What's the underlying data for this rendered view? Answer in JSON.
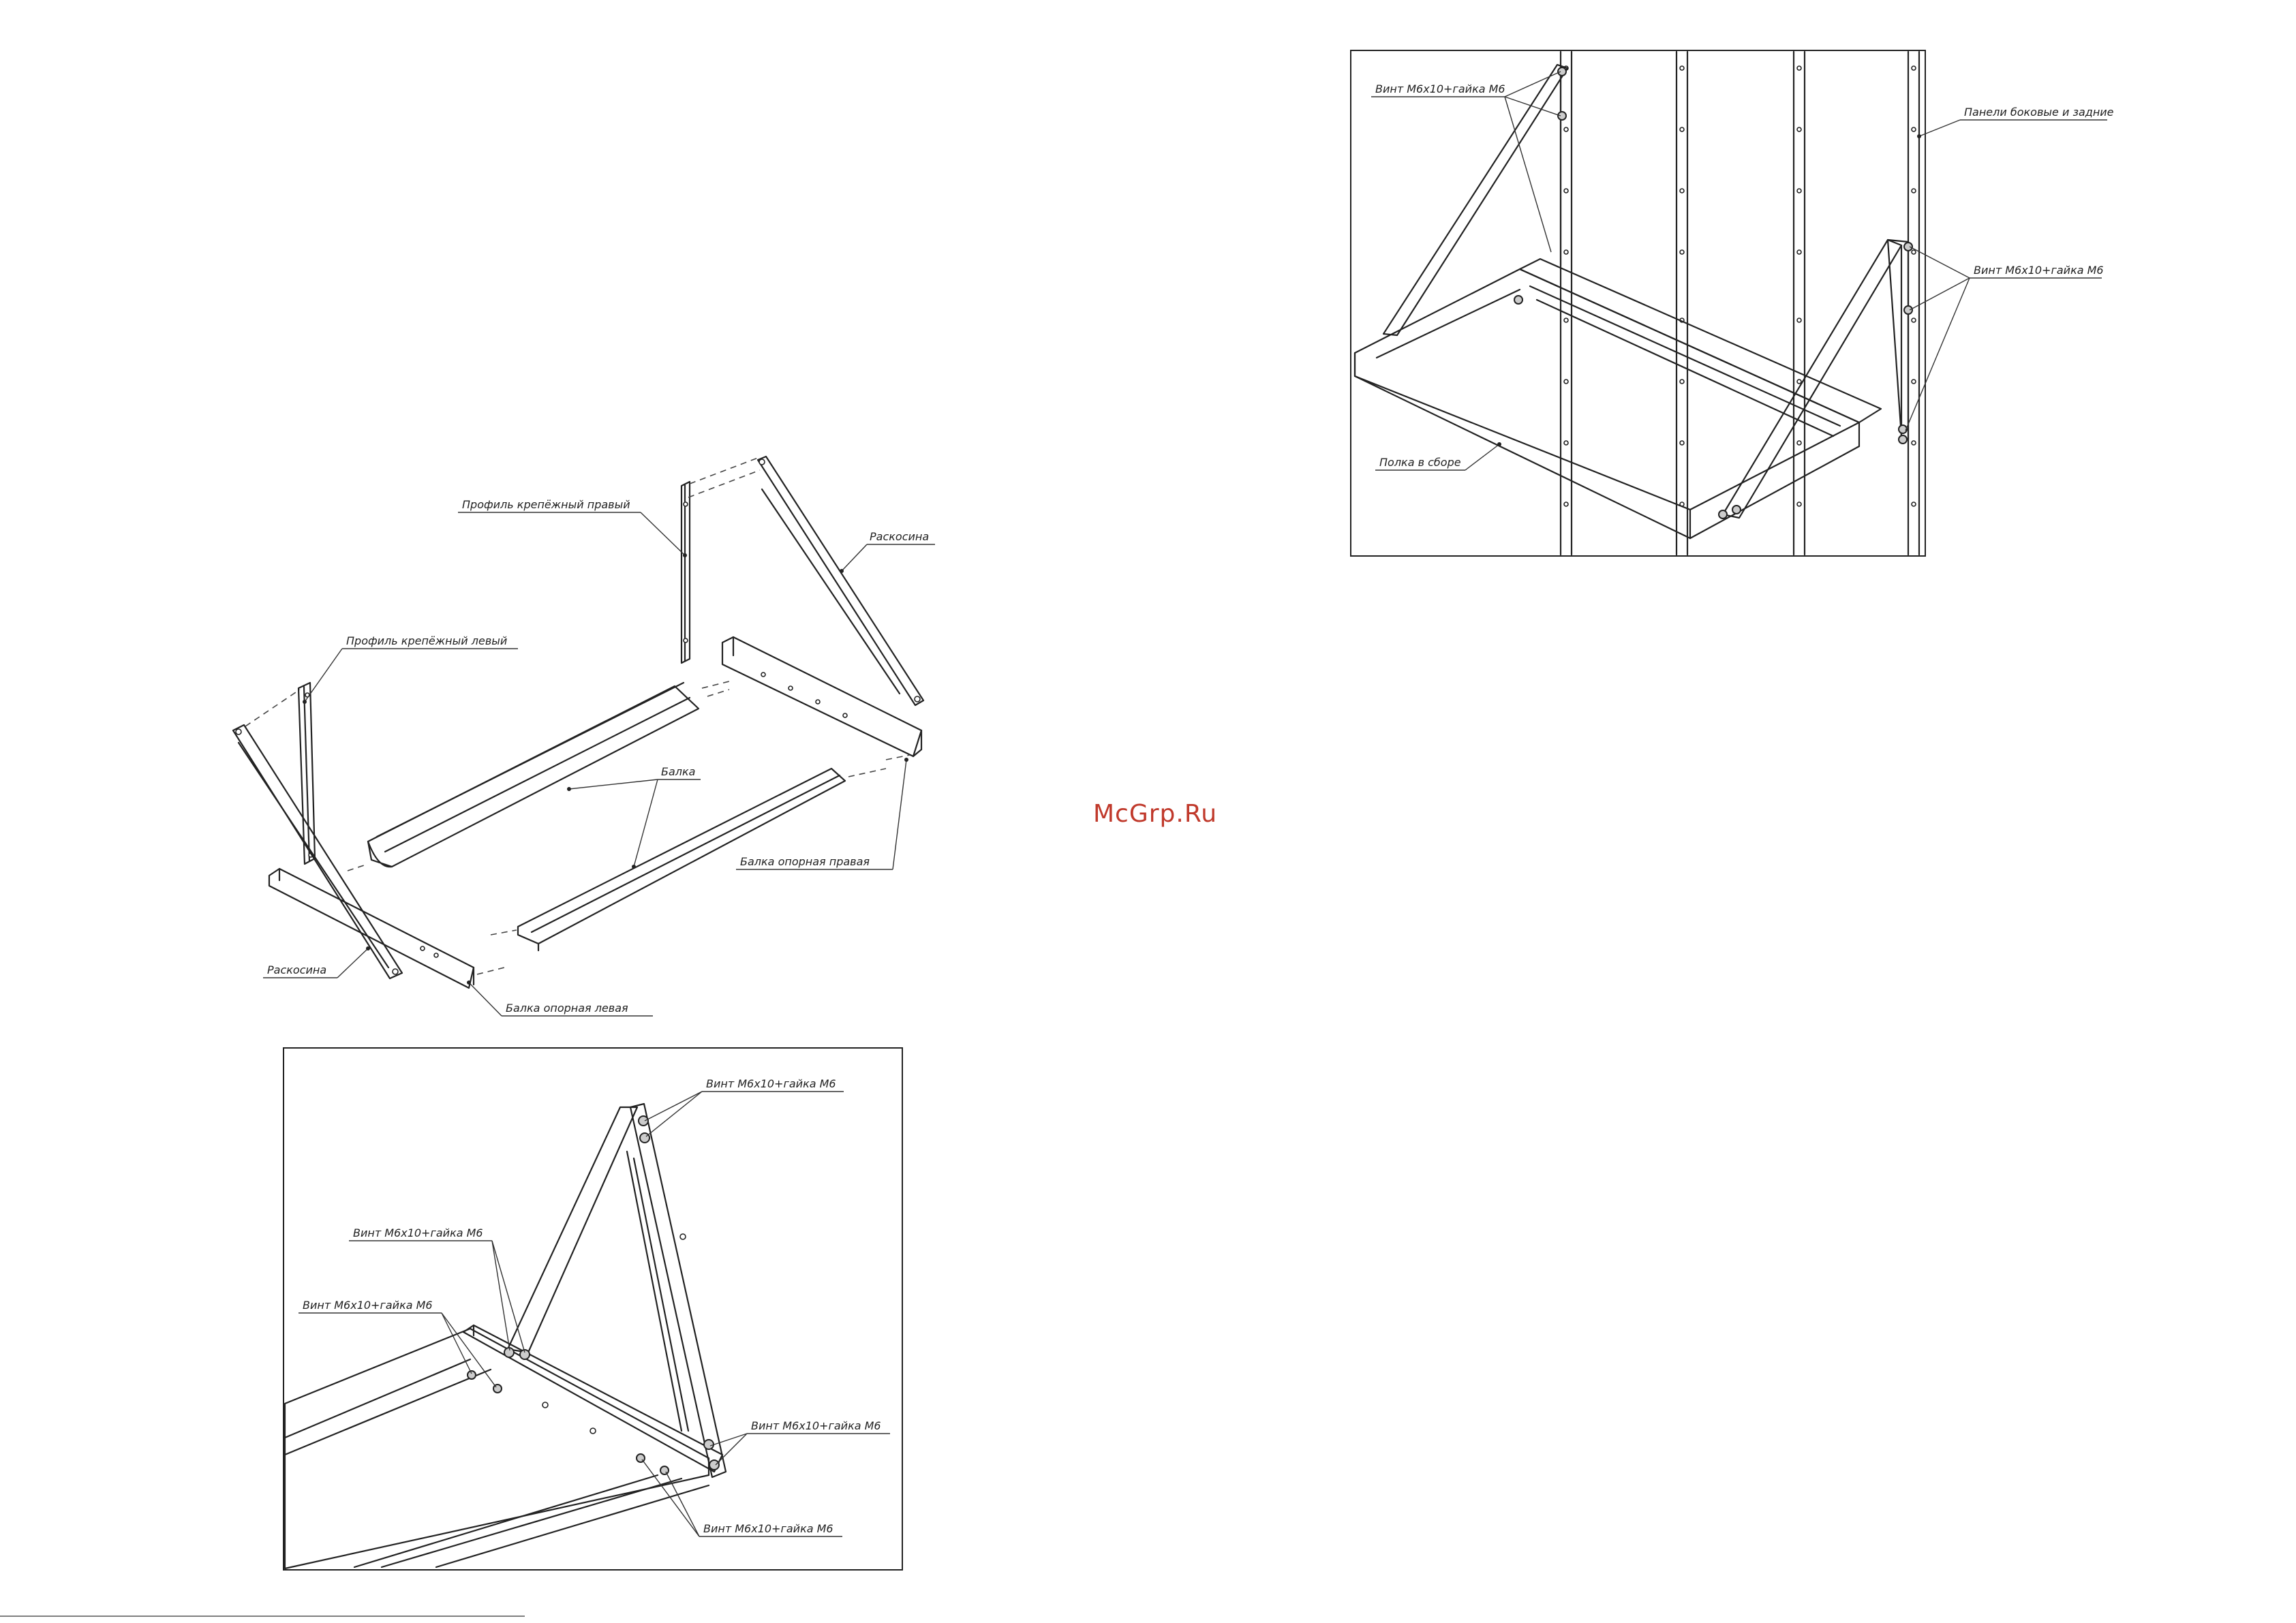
{
  "watermark": "McGrp.Ru",
  "colors": {
    "watermark": "#c0392b",
    "line": "#222222",
    "background": "#ffffff"
  },
  "exploded_view": {
    "labels": {
      "profile_right": "Профиль крепёжный правый",
      "brace_right": "Раскосина",
      "profile_left": "Профиль крепёжный левый",
      "beam": "Балка",
      "support_beam_right": "Балка опорная правая",
      "brace_left": "Раскосина",
      "support_beam_left": "Балка опорная левая"
    }
  },
  "detail_view": {
    "labels": {
      "bolt_top": "Винт М6х10+гайка М6",
      "bolt_mid": "Винт М6х10+гайка М6",
      "bolt_left": "Винт М6х10+гайка М6",
      "bolt_right": "Винт М6х10+гайка М6",
      "bolt_bottom": "Винт М6х10+гайка М6"
    }
  },
  "assembly_view": {
    "labels": {
      "bolt_top_left": "Винт М6х10+гайка М6",
      "panels": "Панели боковые и задние",
      "bolt_right": "Винт М6х10+гайка М6",
      "shelf": "Полка в сборе"
    }
  }
}
